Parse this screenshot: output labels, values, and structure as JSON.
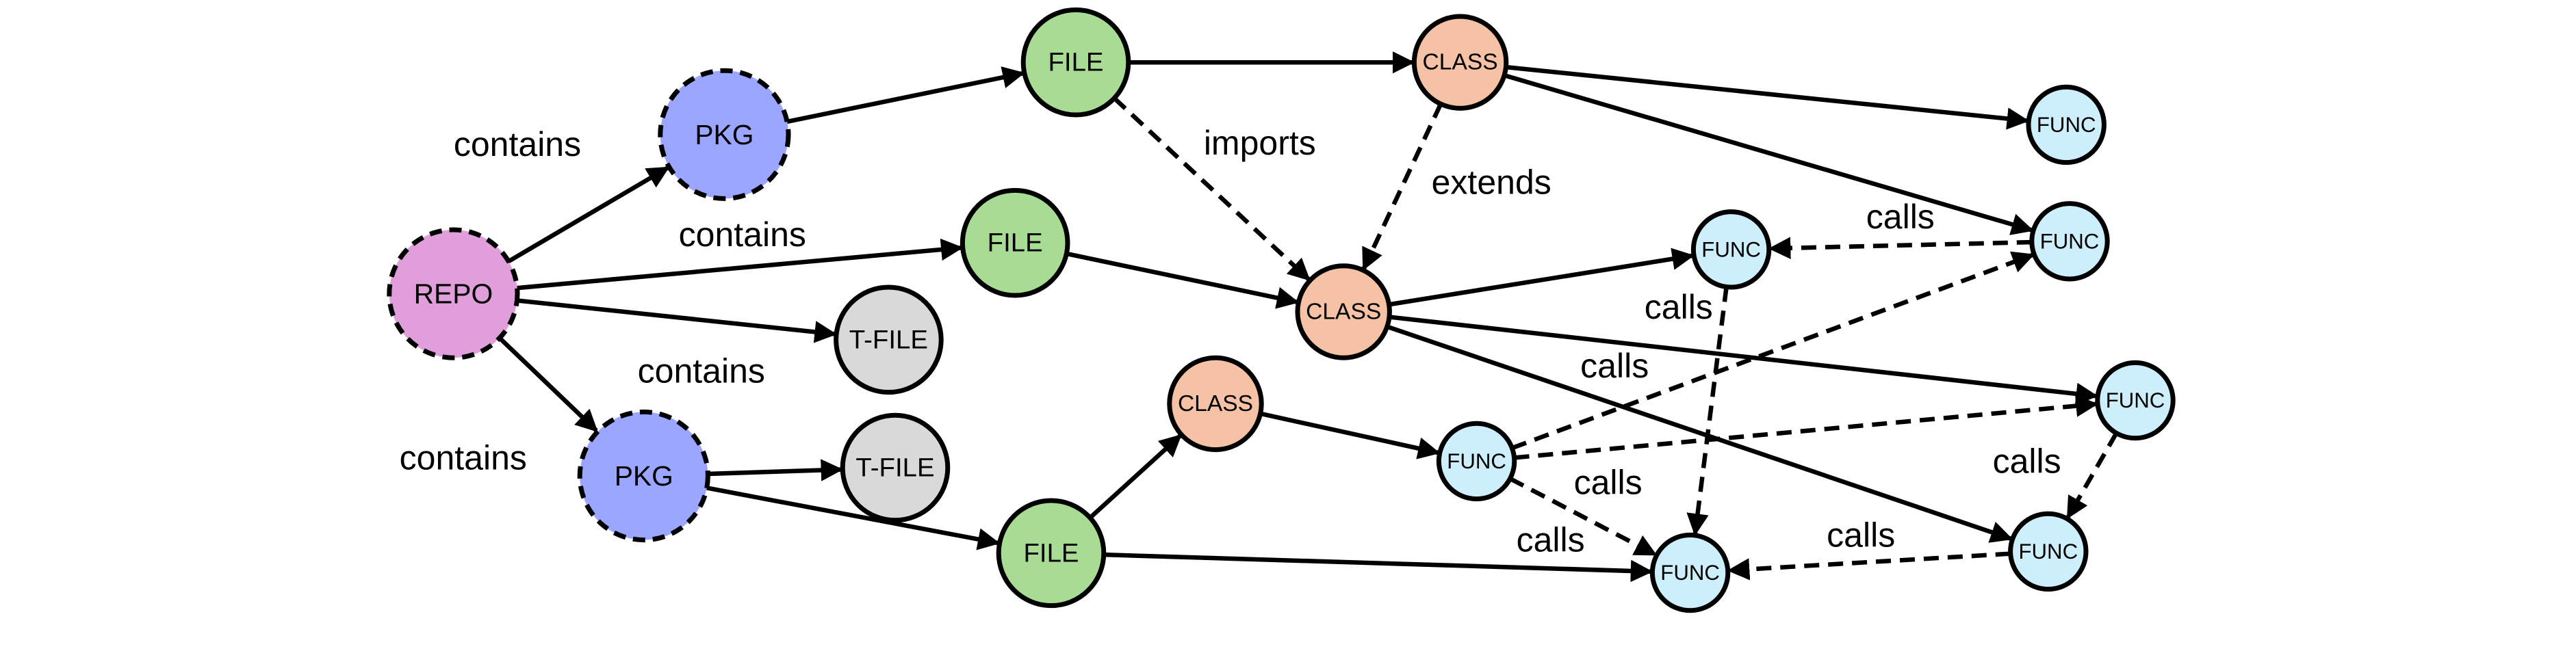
{
  "colors": {
    "repo": "#e09edb",
    "pkg": "#9aa6ff",
    "file": "#a8dc94",
    "tfile": "#d9d9d9",
    "class": "#f5c2a6",
    "func": "#cdeefb",
    "stroke": "#000000"
  },
  "nodes": [
    {
      "id": "repo",
      "type": "repo",
      "label": "REPO",
      "dashed": true
    },
    {
      "id": "pkg1",
      "type": "pkg",
      "label": "PKG",
      "dashed": true
    },
    {
      "id": "pkg2",
      "type": "pkg",
      "label": "PKG",
      "dashed": true
    },
    {
      "id": "file1",
      "type": "file",
      "label": "FILE",
      "dashed": false
    },
    {
      "id": "file2",
      "type": "file",
      "label": "FILE",
      "dashed": false
    },
    {
      "id": "file3",
      "type": "file",
      "label": "FILE",
      "dashed": false
    },
    {
      "id": "tfile1",
      "type": "tfile",
      "label": "T-FILE",
      "dashed": false
    },
    {
      "id": "tfile2",
      "type": "tfile",
      "label": "T-FILE",
      "dashed": false
    },
    {
      "id": "class1",
      "type": "class",
      "label": "CLASS",
      "dashed": false
    },
    {
      "id": "class2",
      "type": "class",
      "label": "CLASS",
      "dashed": false
    },
    {
      "id": "class3",
      "type": "class",
      "label": "CLASS",
      "dashed": false
    },
    {
      "id": "func1",
      "type": "func",
      "label": "FUNC",
      "dashed": false
    },
    {
      "id": "func2",
      "type": "func",
      "label": "FUNC",
      "dashed": false
    },
    {
      "id": "func3",
      "type": "func",
      "label": "FUNC",
      "dashed": false
    },
    {
      "id": "func4",
      "type": "func",
      "label": "FUNC",
      "dashed": false
    },
    {
      "id": "func5",
      "type": "func",
      "label": "FUNC",
      "dashed": false
    },
    {
      "id": "func6",
      "type": "func",
      "label": "FUNC",
      "dashed": false
    },
    {
      "id": "func7",
      "type": "func",
      "label": "FUNC",
      "dashed": false
    }
  ],
  "edges": [
    {
      "from": "repo",
      "to": "pkg1",
      "dashed": false
    },
    {
      "from": "repo",
      "to": "file2",
      "dashed": false
    },
    {
      "from": "repo",
      "to": "tfile1",
      "dashed": false
    },
    {
      "from": "repo",
      "to": "pkg2",
      "dashed": false
    },
    {
      "from": "pkg1",
      "to": "file1",
      "dashed": false
    },
    {
      "from": "pkg2",
      "to": "tfile2",
      "dashed": false
    },
    {
      "from": "pkg2",
      "to": "file3",
      "dashed": false
    },
    {
      "from": "file1",
      "to": "class1",
      "dashed": false
    },
    {
      "from": "file1",
      "to": "class2",
      "dashed": true
    },
    {
      "from": "file2",
      "to": "class2",
      "dashed": false
    },
    {
      "from": "file3",
      "to": "class3",
      "dashed": false
    },
    {
      "from": "file3",
      "to": "func6",
      "dashed": false
    },
    {
      "from": "class1",
      "to": "func1",
      "dashed": false
    },
    {
      "from": "class1",
      "to": "func2",
      "dashed": false
    },
    {
      "from": "class1",
      "to": "class2",
      "dashed": true
    },
    {
      "from": "class2",
      "to": "func3",
      "dashed": false
    },
    {
      "from": "class2",
      "to": "func4",
      "dashed": false
    },
    {
      "from": "class2",
      "to": "func7",
      "dashed": false
    },
    {
      "from": "class3",
      "to": "func5",
      "dashed": false
    },
    {
      "from": "func2",
      "to": "func3",
      "dashed": true
    },
    {
      "from": "func3",
      "to": "func6",
      "dashed": true
    },
    {
      "from": "func5",
      "to": "func2",
      "dashed": true
    },
    {
      "from": "func5",
      "to": "func4",
      "dashed": true
    },
    {
      "from": "func5",
      "to": "func6",
      "dashed": true
    },
    {
      "from": "func4",
      "to": "func7",
      "dashed": true
    },
    {
      "from": "func7",
      "to": "func6",
      "dashed": true
    }
  ],
  "edge_labels": [
    {
      "id": "contains-1",
      "text": "contains"
    },
    {
      "id": "contains-2",
      "text": "contains"
    },
    {
      "id": "contains-3",
      "text": "contains"
    },
    {
      "id": "contains-4",
      "text": "contains"
    },
    {
      "id": "imports",
      "text": "imports"
    },
    {
      "id": "extends",
      "text": "extends"
    },
    {
      "id": "calls-1",
      "text": "calls"
    },
    {
      "id": "calls-2",
      "text": "calls"
    },
    {
      "id": "calls-3",
      "text": "calls"
    },
    {
      "id": "calls-4",
      "text": "calls"
    },
    {
      "id": "calls-5",
      "text": "calls"
    },
    {
      "id": "calls-6",
      "text": "calls"
    },
    {
      "id": "calls-7",
      "text": "calls"
    }
  ]
}
